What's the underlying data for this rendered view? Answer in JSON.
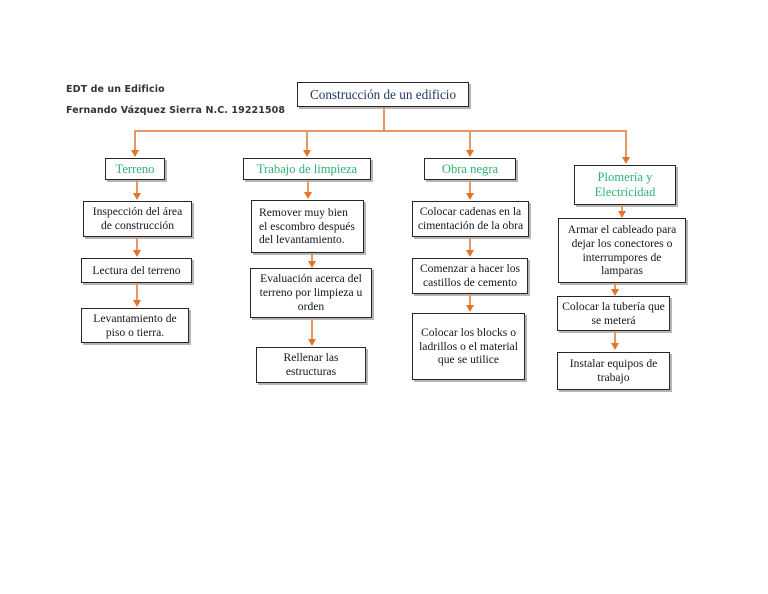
{
  "document": {
    "title": "EDT de un Edificio",
    "author_line": "Fernando Vázquez Sierra  N.C. 19221508"
  },
  "colors": {
    "root_text": "#1F3864",
    "phase_text": "#2FB171",
    "task_text": "#161616",
    "connector": "#E79763",
    "arrowhead": "#E2742B",
    "box_border": "#262626",
    "background": "#FFFFFF"
  },
  "diagram": {
    "type": "work-breakdown-structure",
    "root": {
      "label": "Construcción de un edificio"
    },
    "branches": [
      {
        "phase": "Terreno",
        "tasks": [
          "Inspección del área de construcción",
          "Lectura del terreno",
          "Levantamiento de piso o tierra."
        ]
      },
      {
        "phase": "Trabajo de limpieza",
        "tasks": [
          "Remover muy bien el escombro después del levantamiento.",
          "Evaluación acerca del terreno por limpieza u orden",
          "Rellenar las estructuras"
        ]
      },
      {
        "phase": "Obra negra",
        "tasks": [
          "Colocar cadenas en la cimentación de la obra",
          "Comenzar a hacer los castillos de cemento",
          "Colocar los blocks o ladrillos o el material que se utilice"
        ]
      },
      {
        "phase": "Plomería y Electricidad",
        "tasks": [
          "Armar el cableado para dejar los conectores o interrumpores de lamparas",
          "Colocar la tubería que se meterá",
          "Instalar equipos de trabajo"
        ]
      }
    ]
  }
}
